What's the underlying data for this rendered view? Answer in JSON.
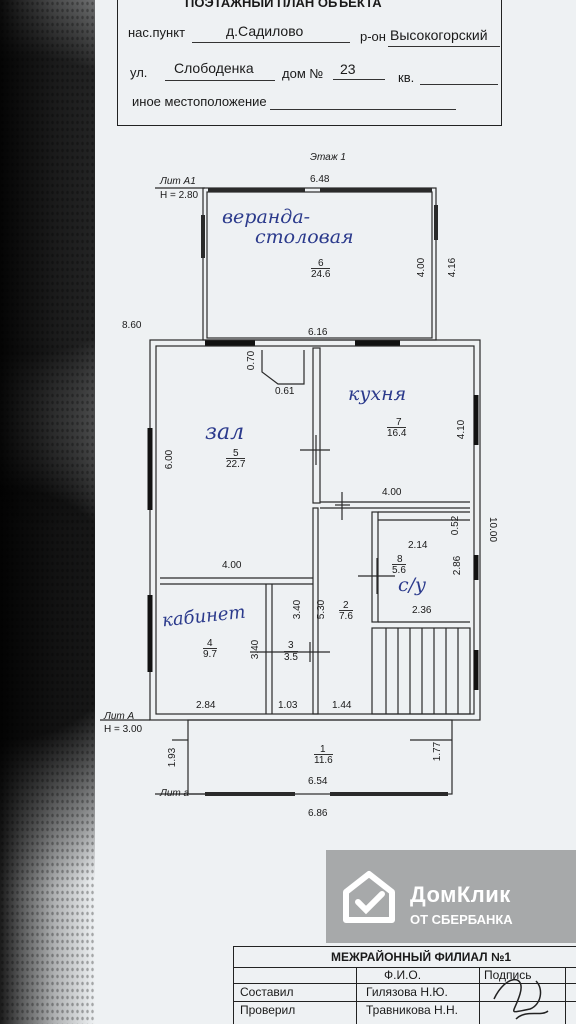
{
  "header": {
    "title": "ПОЭТАЖНЫЙ ПЛАН ОБЪЕКТА",
    "settlement_label": "нас.пункт",
    "settlement_value": "д.Садилово",
    "district_label": "р-он",
    "district_value": "Высокогорский",
    "street_label": "ул.",
    "street_value": "Слободенка",
    "house_label": "дом №",
    "house_value": "23",
    "apt_label": "кв.",
    "other_location_label": "иное местоположение"
  },
  "plan": {
    "floor_label": "Этаж 1",
    "lit_a1": "Лит А1",
    "h_a1": "H = 2.80",
    "lit_a": "Лит А",
    "h_a": "H = 3.00",
    "lit_a_bottom": "Лит а",
    "dims": {
      "top_width": "6.48",
      "veranda_right_inner": "4.00",
      "veranda_right_outer": "4.16",
      "left_total": "8.60",
      "mid_width": "6.16",
      "closet_h": "0.70",
      "closet_w": "0.61",
      "kitchen_h": "4.10",
      "hall_h": "6.00",
      "kitchen_bottom": "4.00",
      "right_total": "10.00",
      "bath_top_gap": "0.52",
      "bath_w": "2.14",
      "bath_h": "2.86",
      "bath_bottom": "2.36",
      "hall_bottom": "4.00",
      "corr_h": "5.30",
      "small_h": "3.40",
      "cab_h": "3.40",
      "cab_w": "2.84",
      "small_w": "1.03",
      "corr_w": "1.44",
      "porch_left": "1.93",
      "porch_right": "1.77",
      "porch_w": "6.54",
      "total_w": "6.86"
    },
    "rooms": [
      {
        "num": "6",
        "area": "24.6",
        "name": "веранда-",
        "name2": "столовая"
      },
      {
        "num": "7",
        "area": "16.4",
        "name": "кухня"
      },
      {
        "num": "5",
        "area": "22.7",
        "name": "зал"
      },
      {
        "num": "8",
        "area": "5.6",
        "name": "с/у"
      },
      {
        "num": "2",
        "area": "7.6"
      },
      {
        "num": "4",
        "area": "9.7",
        "name": "кабинет"
      },
      {
        "num": "3",
        "area": "3.5"
      },
      {
        "num": "1",
        "area": "11.6"
      }
    ]
  },
  "watermark": {
    "title": "ДомКлик",
    "subtitle": "ОТ СБЕРБАНКА",
    "icon": "house-logo-icon"
  },
  "stamp": {
    "office": "МЕЖРАЙОННЫЙ ФИЛИАЛ №1",
    "fio_header": "Ф.И.О.",
    "sign_header": "Подпись",
    "row1_label": "Составил",
    "row1_name": "Гилязова Н.Ю.",
    "row2_label": "Проверил",
    "row2_name": "Травникова Н.Н."
  }
}
